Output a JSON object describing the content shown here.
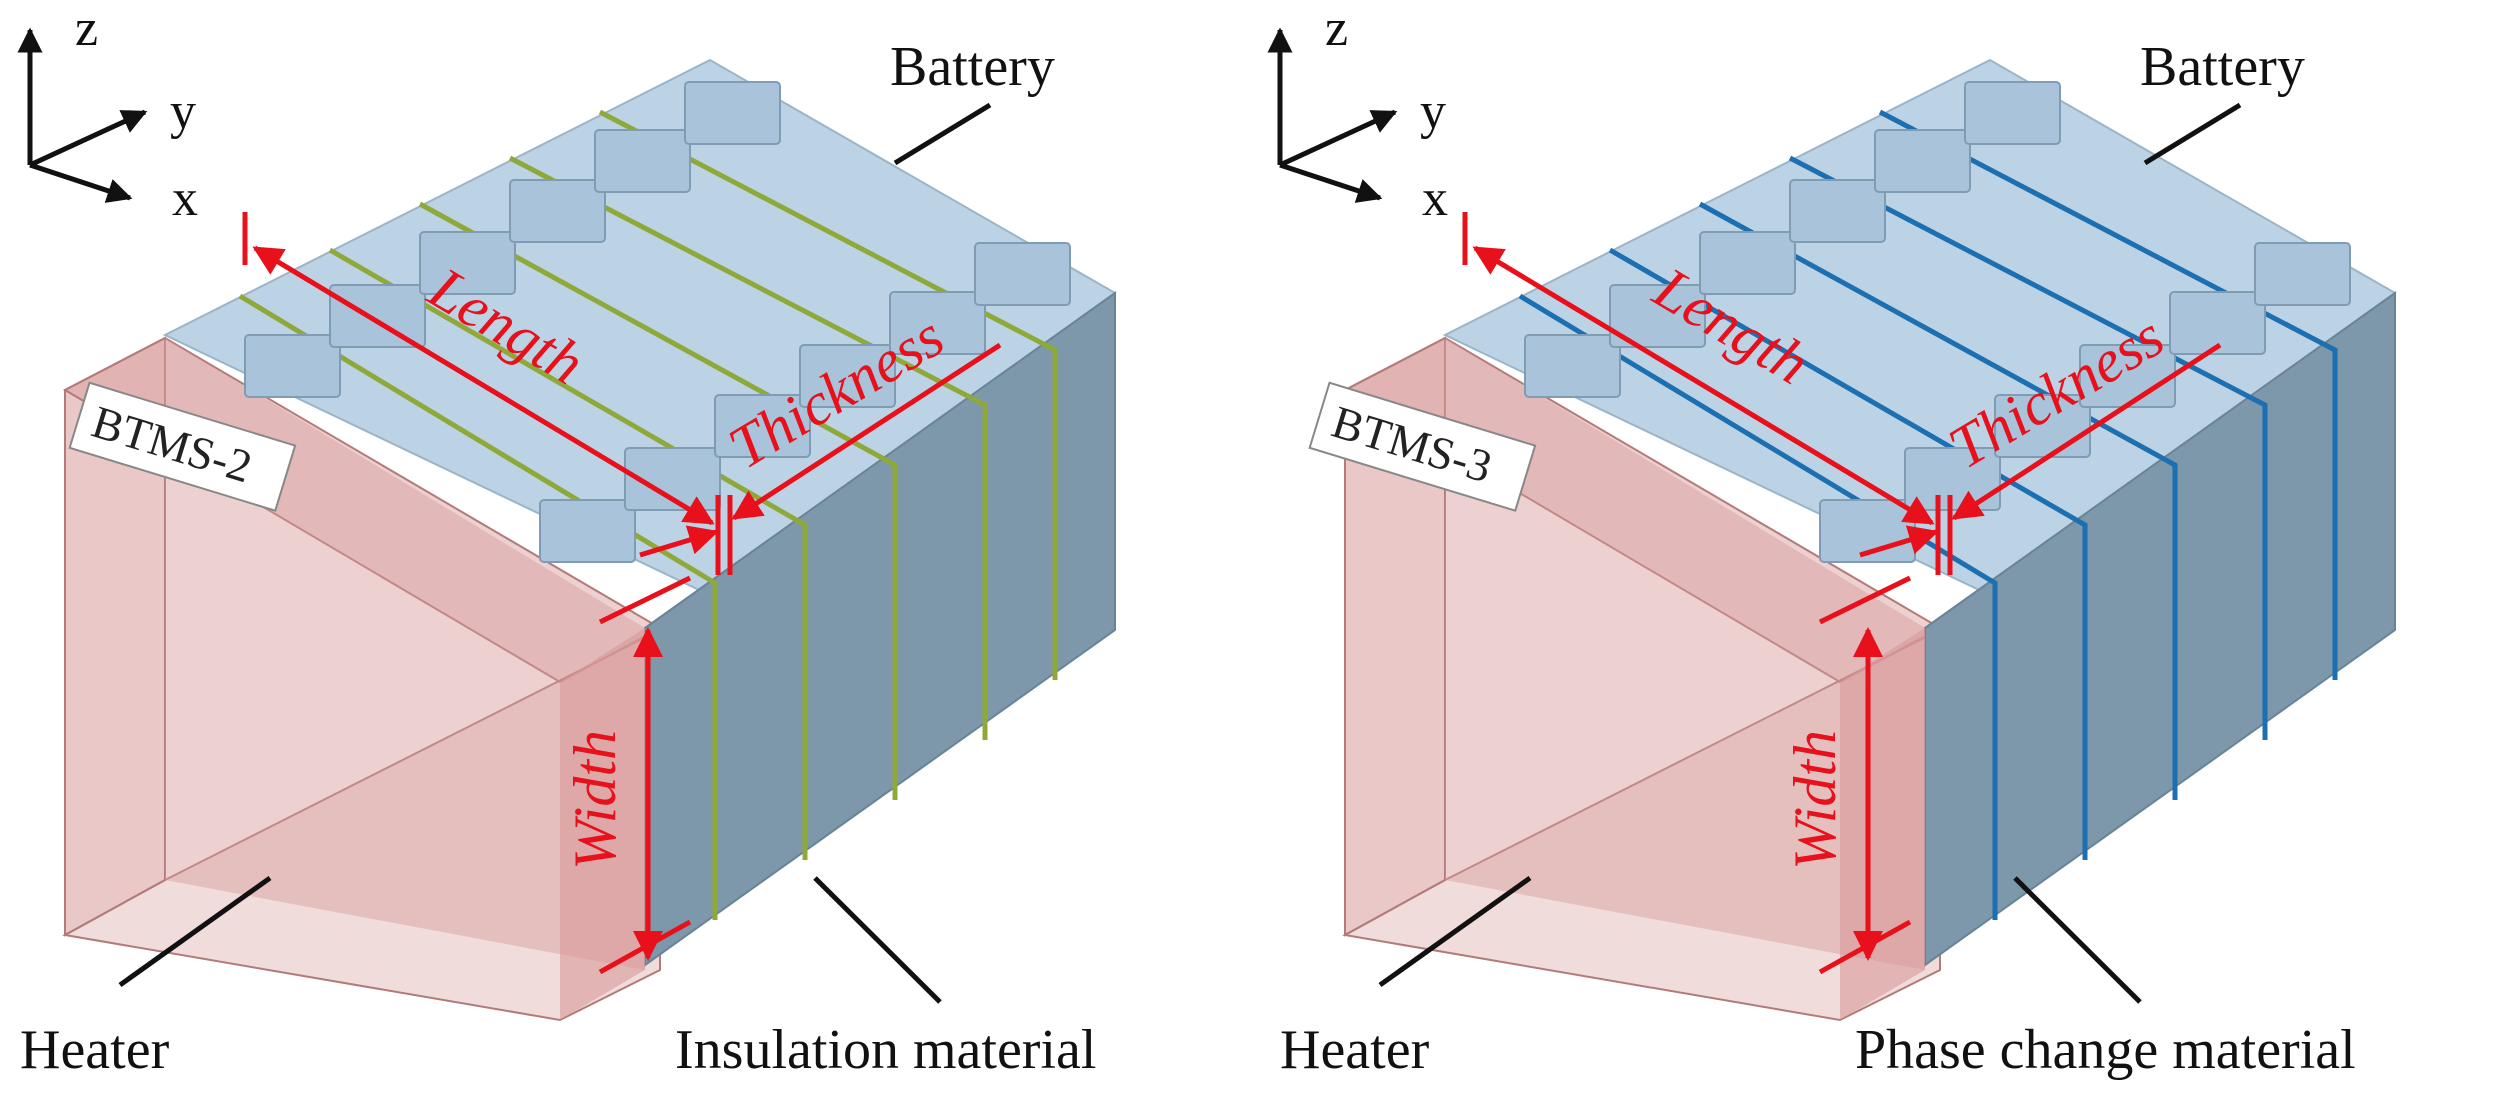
{
  "axes": {
    "z": "z",
    "y": "y",
    "x": "x"
  },
  "dimensions": {
    "length": "Length",
    "thickness": "Thickness",
    "width": "Width"
  },
  "panels": [
    {
      "tag": "BTMS-2",
      "battery_label": "Battery",
      "heater_label": "Heater",
      "material_label": "Insulation material",
      "separator_color": "#8fa83a"
    },
    {
      "tag": "BTMS-3",
      "battery_label": "Battery",
      "heater_label": "Heater",
      "material_label": "Phase change material",
      "separator_color": "#1c6fb0"
    }
  ],
  "colors": {
    "battery_top": "#bcd3e6",
    "battery_front": "#7d97ab",
    "heater": "#d89a9a",
    "dimension": "#e8101a"
  }
}
